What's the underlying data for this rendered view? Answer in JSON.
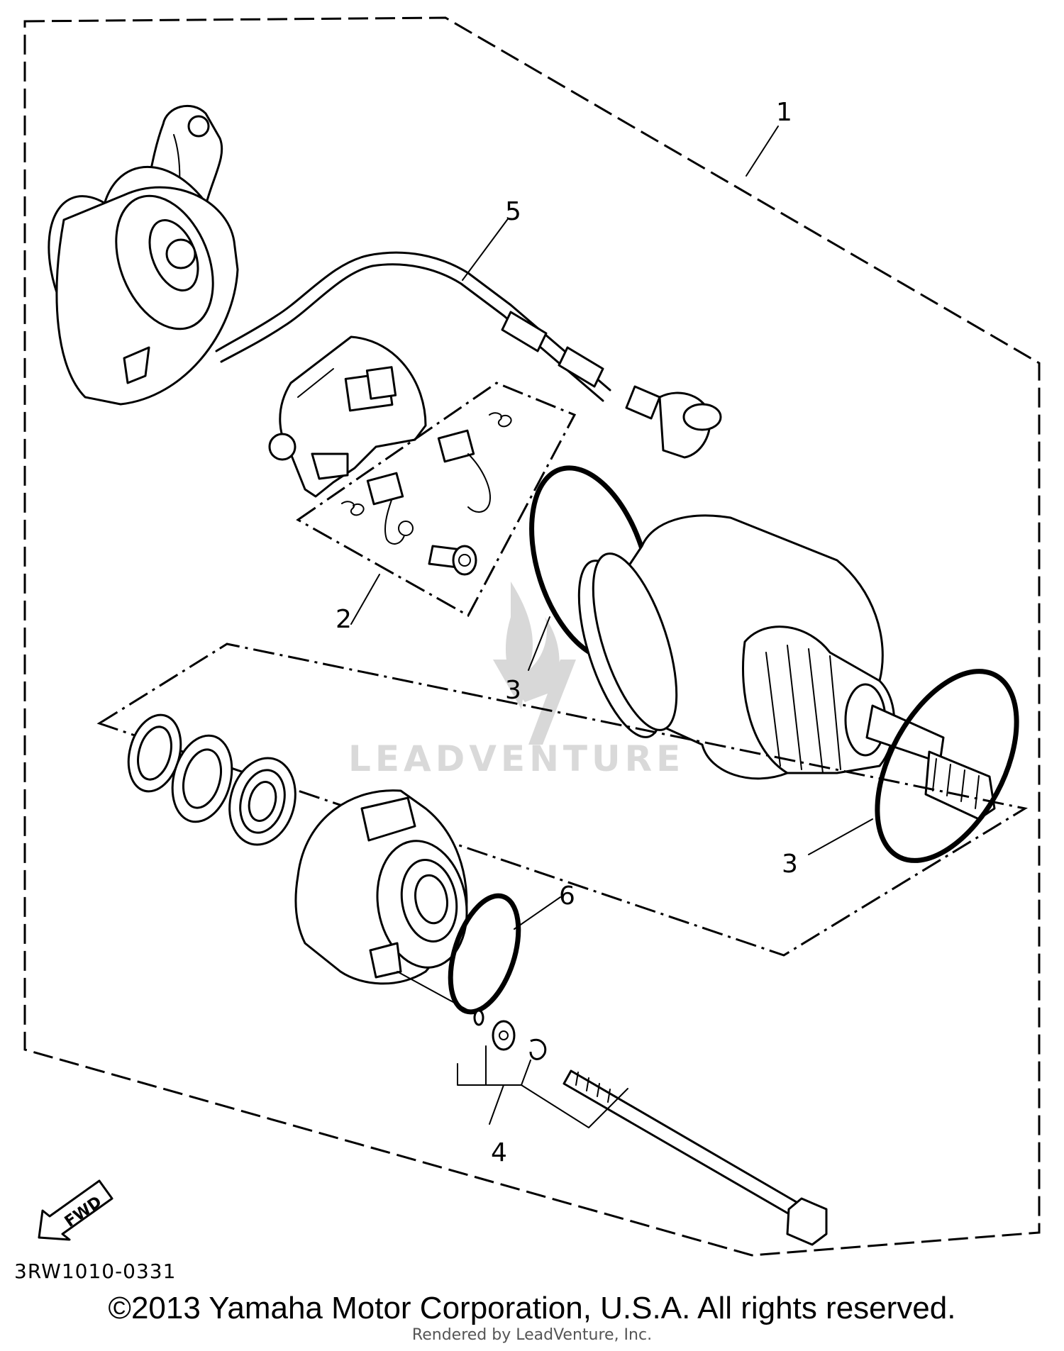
{
  "diagram": {
    "callouts": [
      "1",
      "2",
      "3",
      "3",
      "4",
      "5",
      "6"
    ],
    "fwd_label": "FWD",
    "reference_code": "3RW1010-0331",
    "watermark_text": "LEADVENTURE"
  },
  "footer": {
    "copyright": "©2013 Yamaha Motor Corporation, U.S.A. All rights reserved.",
    "rendered_by": "Rendered by LeadVenture, Inc."
  }
}
